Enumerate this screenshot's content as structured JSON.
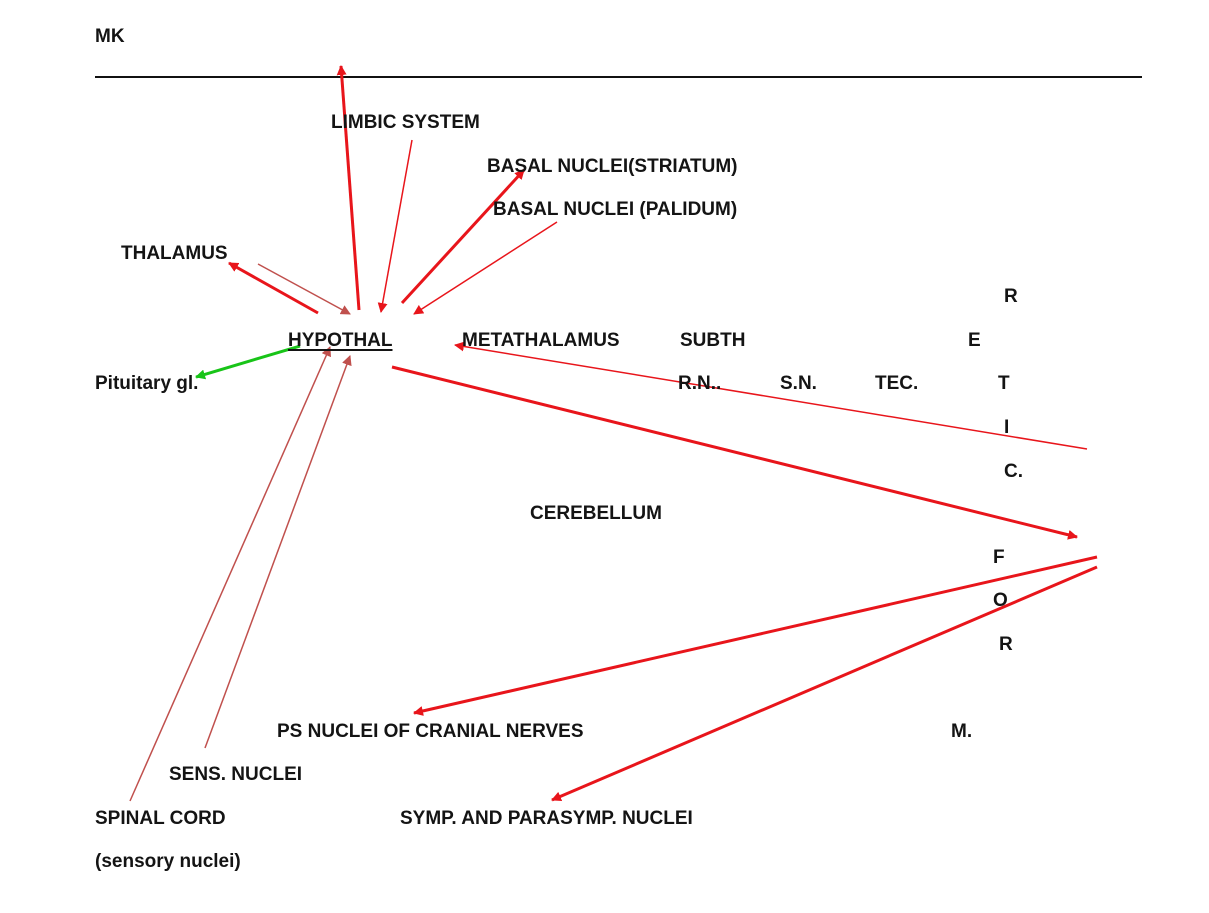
{
  "header": {
    "initials": "MK"
  },
  "labels": {
    "limbic_system": "LIMBIC SYSTEM",
    "basal_striatum": "BASAL NUCLEI(STRIATUM)",
    "basal_palidum": "BASAL NUCLEI (PALIDUM)",
    "thalamus": "THALAMUS",
    "hypothal": "HYPOTHAL",
    "metathalamus": "METATHALAMUS",
    "subth": "SUBTH",
    "pituitary": "Pituitary gl.",
    "rn": "R.N..",
    "sn": "S.N.",
    "tec": "TEC.",
    "cerebellum": "CEREBELLUM",
    "ps_nuclei": "PS NUCLEI OF CRANIAL NERVES",
    "m": "M.",
    "sens_nuclei": "SENS. NUCLEI",
    "spinal_cord": "SPINAL CORD",
    "sensory_nuclei": "(sensory nuclei)",
    "symp_nuclei": "SYMP. AND PARASYMP. NUCLEI"
  },
  "vertical_label": {
    "letters": [
      "R",
      "E",
      "T",
      "I",
      "C.",
      "F",
      "O",
      "R"
    ]
  },
  "arrow_colors": {
    "red": "#e8151b",
    "brown": "#c0504d",
    "green": "#18c418"
  }
}
